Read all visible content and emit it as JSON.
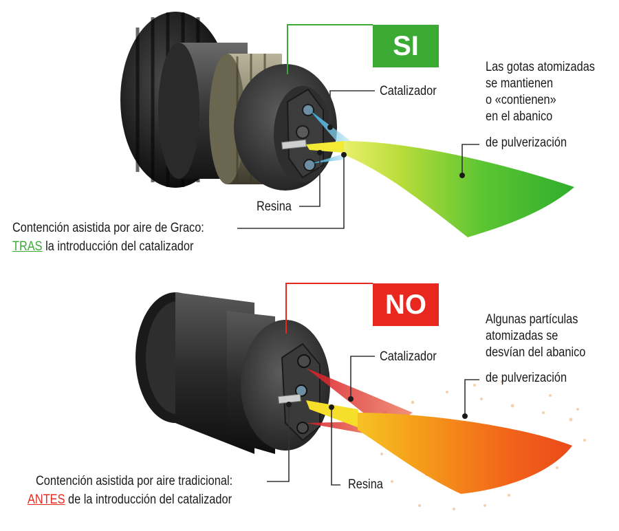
{
  "top": {
    "badge_text": "SI",
    "badge_color": "#3aaa35",
    "label_catalyst": "Catalizador",
    "label_resin": "Resina",
    "note_lines": [
      "Las gotas atomizadas",
      "se mantienen",
      "o «contienen»",
      "en el abanico",
      "de pulverización"
    ],
    "caption_line1": "Contención asistida por aire de Graco:",
    "caption_keyword": "TRAS",
    "caption_line2_rest": " la introducción del catalizador"
  },
  "bottom": {
    "badge_text": "NO",
    "badge_color": "#e8281e",
    "label_catalyst": "Catalizador",
    "label_resin": "Resina",
    "note_lines": [
      "Algunas partículas",
      "atomizadas se",
      "desvían del abanico",
      "de pulverización"
    ],
    "caption_line1": "Contención asistida por aire tradicional:",
    "caption_keyword": "ANTES",
    "caption_line2_rest": " de la introducción del catalizador"
  }
}
